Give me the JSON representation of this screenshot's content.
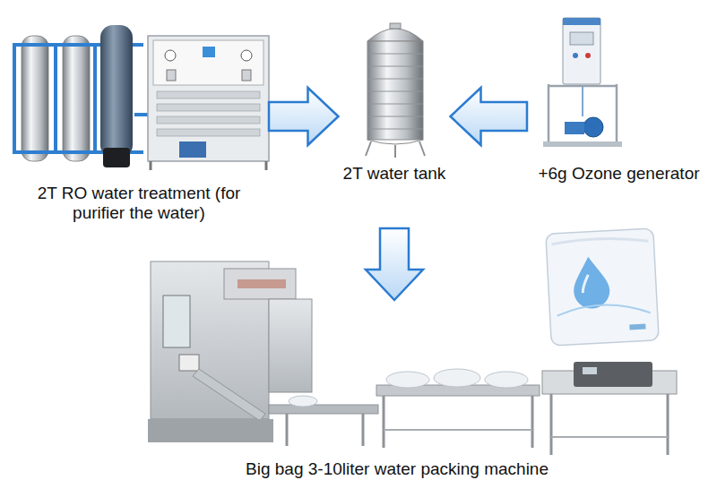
{
  "diagram": {
    "nodes": [
      {
        "text": [
          "2T RO water treatment (for purifier the water)"
        ]
      },
      {
        "text": [
          "2T water tank"
        ]
      },
      {
        "text": [
          "+6g Ozone generator"
        ]
      },
      {
        "text": [
          "Big bag 3-10liter water packing machine"
        ]
      }
    ],
    "edges": [
      {
        "from": 0,
        "to": 1,
        "arrow": "to"
      },
      {
        "from": 2,
        "to": 1,
        "arrow": "to"
      },
      {
        "from": 1,
        "to": 3,
        "arrow": "to"
      }
    ]
  }
}
